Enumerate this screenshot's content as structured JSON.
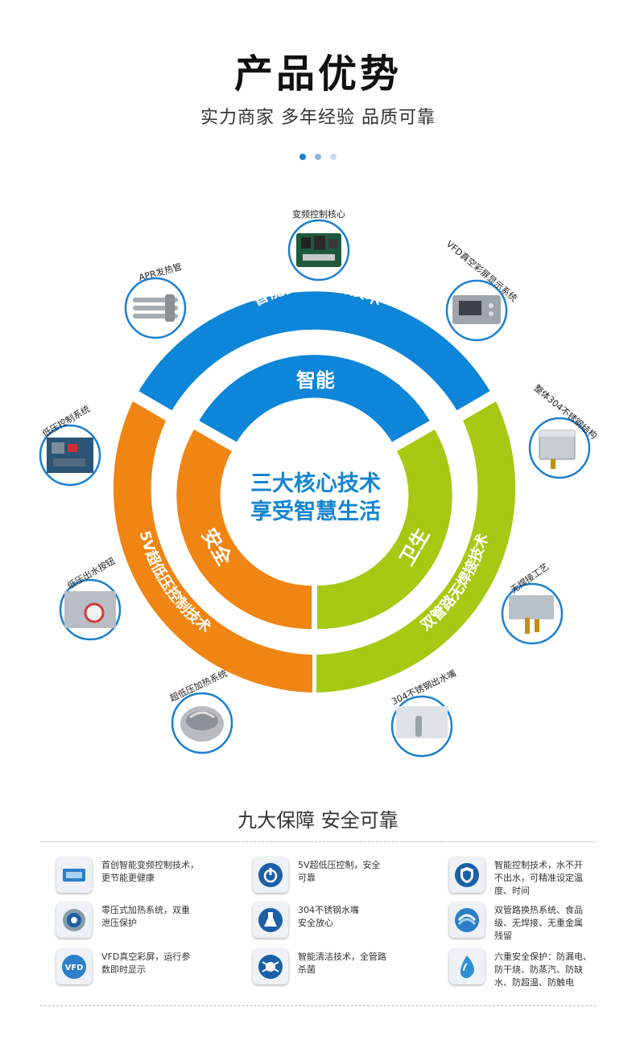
{
  "header": {
    "title": "产品优势",
    "subtitle": "实力商家 多年经验 品质可靠",
    "dot_colors": [
      "#1a7fcf",
      "#8fb7de",
      "#c9dcef"
    ]
  },
  "colors": {
    "blue": "#0d85d8",
    "orange": "#f08514",
    "green": "#a6c913",
    "center_text": "#1585d0",
    "callout_ring": "#1a7fcf"
  },
  "diagram": {
    "center_line1": "三大核心技术",
    "center_line2": "享受智慧生活",
    "inner_blue": "智能",
    "inner_orange": "安全",
    "inner_green": "卫生",
    "outer_blue": "智能变频控制技术",
    "outer_orange": "5V超低压控制技术",
    "outer_green": "双管路无焊接技术",
    "callouts": [
      {
        "label": "变频控制核心",
        "icon": "circuit-board-icon"
      },
      {
        "label": "VFD真空彩屏显示系统",
        "icon": "display-panel-icon"
      },
      {
        "label": "整体304不锈钢结构",
        "icon": "steel-box-icon"
      },
      {
        "label": "无焊接工艺",
        "icon": "pipe-joint-icon"
      },
      {
        "label": "304不锈钢出水嘴",
        "icon": "faucet-icon"
      },
      {
        "label": "超低压加热系统",
        "icon": "heating-coil-icon"
      },
      {
        "label": "低压出水按钮",
        "icon": "button-icon"
      },
      {
        "label": "低压控制系统",
        "icon": "control-board-icon"
      },
      {
        "label": "APR发热管",
        "icon": "heating-tube-icon"
      }
    ]
  },
  "guarantee": {
    "title": "九大保障 安全可靠",
    "items": [
      {
        "text": "首创智能变频控制技术，\n更节能更健康",
        "icon": "inverter-chip-icon"
      },
      {
        "text": "5V超低压控制，安全\n可靠",
        "icon": "power-icon"
      },
      {
        "text": "智能控制技术，水不开\n不出水，可精准设定温\n度、时间",
        "icon": "shield-icon"
      },
      {
        "text": "零压式加热系统，双重\n泄压保护",
        "icon": "pressure-icon"
      },
      {
        "text": "304不锈钢水嘴\n安全放心",
        "icon": "flask-icon"
      },
      {
        "text": "双管路换热系统、食品\n级、无焊接、无重金属\n残留",
        "icon": "pipes-icon"
      },
      {
        "text": "VFD真空彩屏，运行参\n数即时显示",
        "icon": "vfd-icon"
      },
      {
        "text": "智能清洁技术，全管路\n杀菌",
        "icon": "germ-icon"
      },
      {
        "text": "六重安全保护：防漏电、\n防干烧、防蒸汽、防缺\n水、防超温、防触电",
        "icon": "water-drop-icon"
      }
    ]
  }
}
